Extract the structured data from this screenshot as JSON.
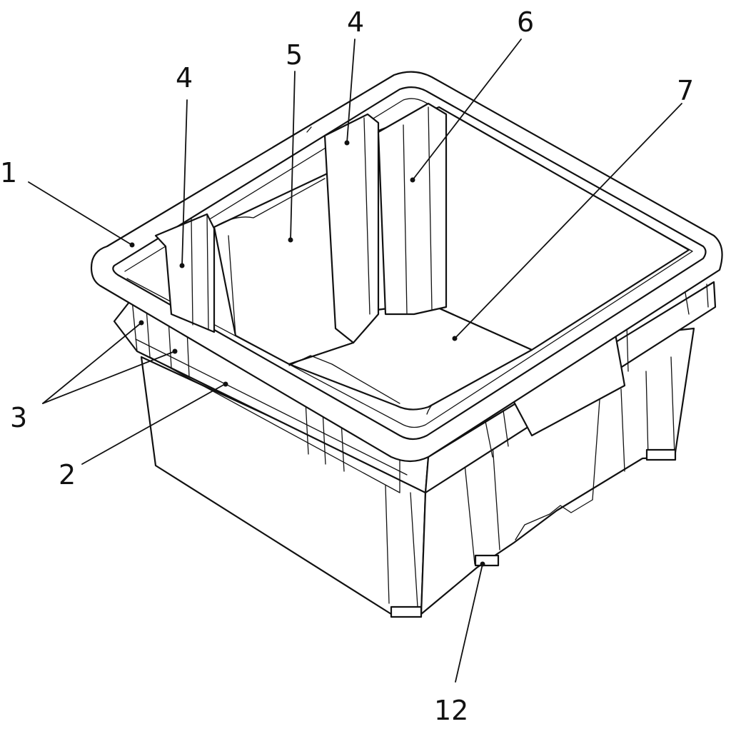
{
  "callouts": {
    "c1": "1",
    "c2": "2",
    "c3": "3",
    "c4a": "4",
    "c4b": "4",
    "c5": "5",
    "c6": "6",
    "c7": "7",
    "c12": "12"
  },
  "colors": {
    "ink": "#111111",
    "paper": "#ffffff"
  }
}
